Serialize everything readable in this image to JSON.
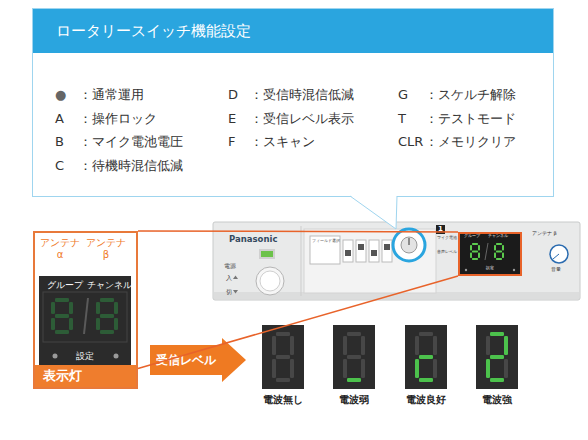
{
  "diagram": {
    "nodes": [
      {
        "text": [
          "ロータリースイッチ機能設定"
        ]
      },
      {
        "text": [
          "Panasonic"
        ]
      },
      {
        "text": [
          "グループ",
          "チャンネル",
          "設定"
        ],
        "in": 1
      },
      {
        "text": [
          "表示灯"
        ]
      },
      {
        "text": [
          "グループ",
          "チャンネル",
          "設定"
        ],
        "in": 3
      },
      {
        "text": [
          "受信レベル"
        ]
      },
      {
        "text": [
          "電波無し"
        ]
      },
      {
        "text": [
          "電波弱"
        ]
      },
      {
        "text": [
          "電波良好"
        ]
      },
      {
        "text": [
          "電波強"
        ]
      }
    ],
    "edges": [
      {
        "from": 2,
        "to": 3,
        "arrow": "none"
      }
    ],
    "labels": [
      "●",
      "：通常運用",
      "A",
      "：操作ロック",
      "B",
      "：マイク電池電圧",
      "C",
      "：待機時混信低減",
      "D",
      "：受信時混信低減",
      "E",
      "：受信レベル表示",
      "F",
      "：スキャン",
      "G",
      "：スケルチ解除",
      "T",
      "：テストモード",
      "CLR",
      "：メモリクリア",
      "アンテナ α",
      "アンテナ β",
      "電源",
      "入",
      "切",
      "フィールド選択",
      "1",
      "マイク電池",
      "音声レベル",
      "アンテナ β",
      "音量"
    ]
  }
}
